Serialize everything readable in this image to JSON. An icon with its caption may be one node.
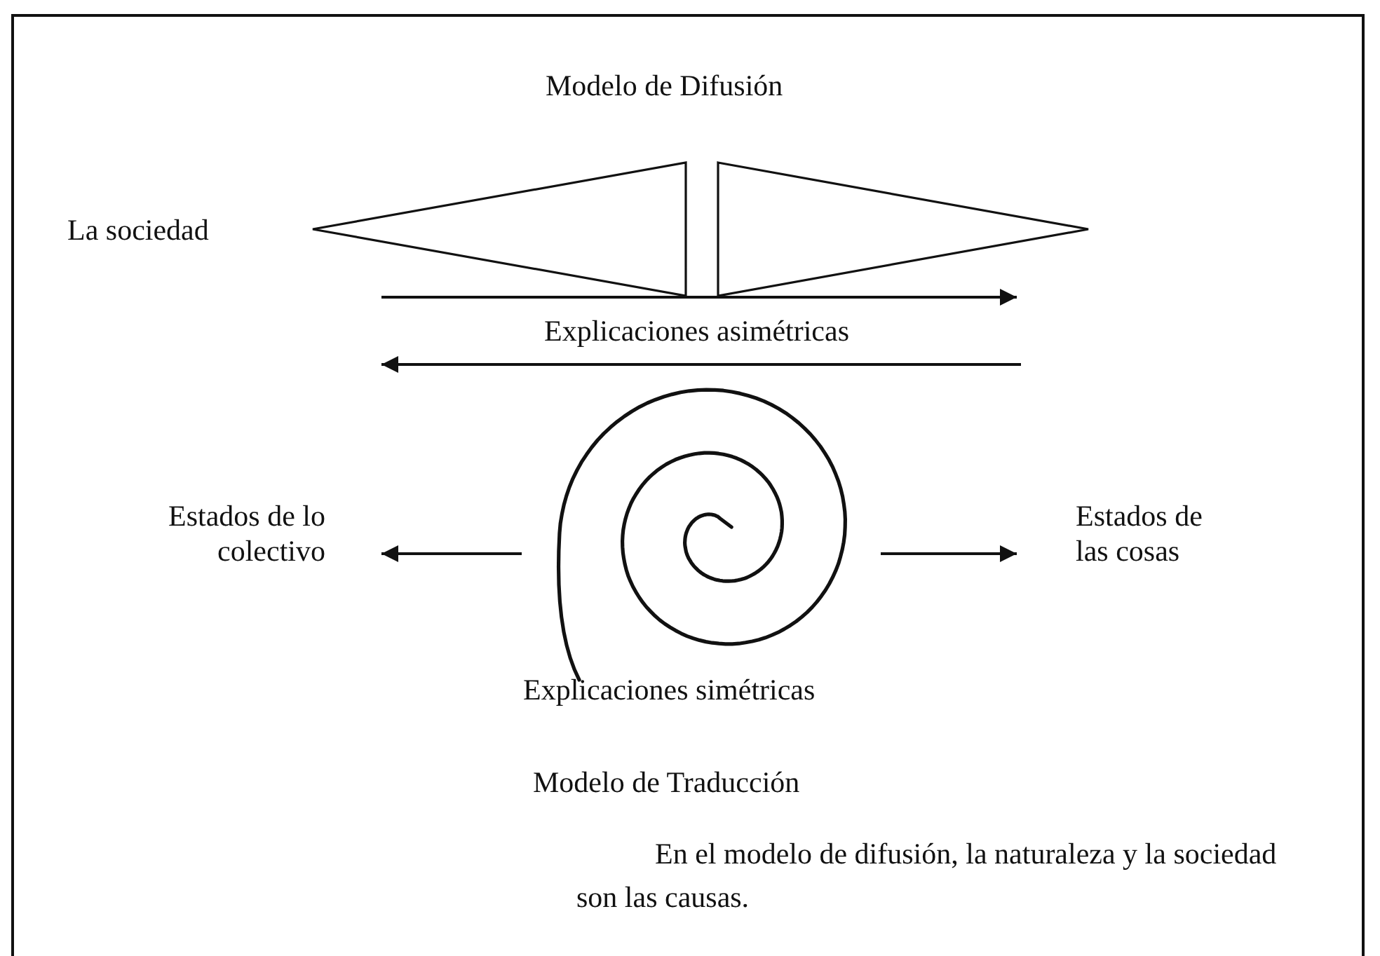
{
  "diagram": {
    "nodes": [
      {
        "text": [],
        "shape": "triangle"
      },
      {
        "text": [],
        "shape": "triangle"
      },
      {
        "text": [],
        "shape": "spiral"
      },
      {
        "text": [
          "Estados de lo colectivo"
        ]
      },
      {
        "text": [
          "Estados de las cosas"
        ]
      }
    ],
    "edges": [
      {
        "from": 2,
        "to": 3,
        "arrow": "to"
      },
      {
        "from": 2,
        "to": 4,
        "arrow": "to"
      }
    ],
    "labels": [
      "Modelo de Difusión",
      "La sociedad",
      "Explicaciones asimétricas",
      "Explicaciones simétricas",
      "Modelo de Traducción",
      "En el modelo de difusión, la naturaleza y la sociedad son las causas."
    ]
  }
}
